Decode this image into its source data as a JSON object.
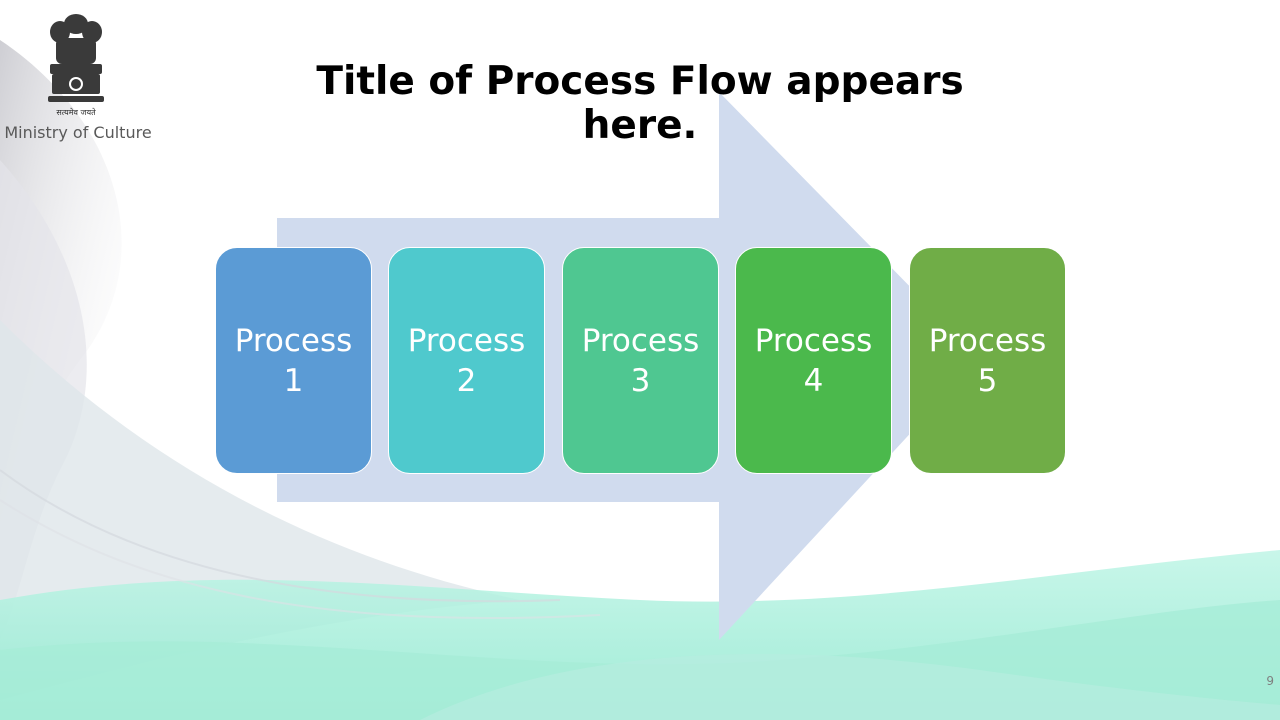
{
  "header": {
    "emblem_motto": "सत्यमेव जयते",
    "ministry": "Ministry of Culture"
  },
  "title": "Title of Process Flow appears here.",
  "process_steps": [
    {
      "label": "Process\n1",
      "color": "#5B9BD5"
    },
    {
      "label": "Process\n2",
      "color": "#4FC9CD"
    },
    {
      "label": "Process\n3",
      "color": "#4FC791"
    },
    {
      "label": "Process\n4",
      "color": "#4BB94C"
    },
    {
      "label": "Process\n5",
      "color": "#70AD47"
    }
  ],
  "colors": {
    "arrow": "#D0DBEE",
    "wave_teal": "#A8EFDB",
    "wave_gray": "#D8D8DE"
  },
  "slide_number": "9"
}
